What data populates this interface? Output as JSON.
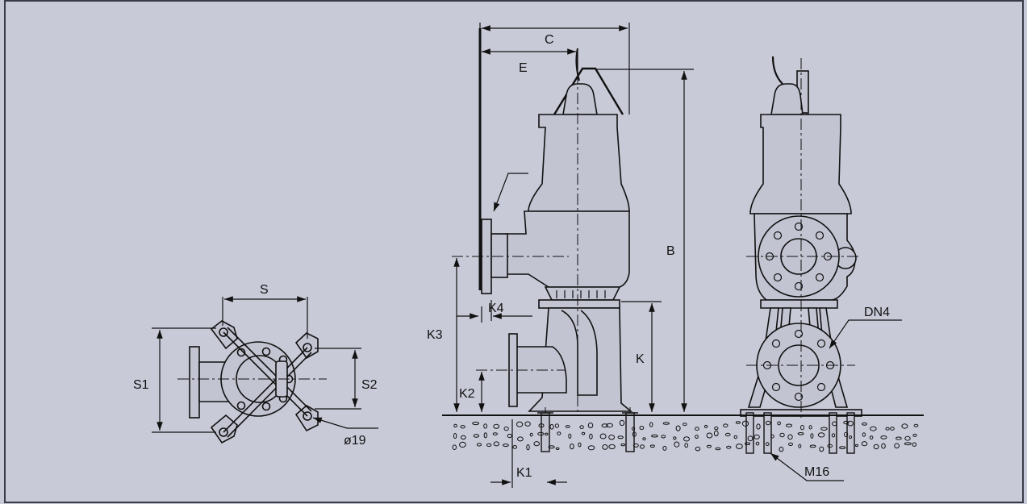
{
  "colors": {
    "background": "#c9cad8",
    "frame": "#3a3a48",
    "line": "#111111",
    "pump_fill": "#c3c4d2"
  },
  "labels": {
    "c": "C",
    "e": "E",
    "b": "B",
    "k": "K",
    "k1": "K1",
    "k2": "K2",
    "k3": "K3",
    "k4": "K4",
    "s": "S",
    "s1": "S1",
    "s2": "S2",
    "dia19": "ø19",
    "dn4": "DN4",
    "m16": "M16"
  }
}
